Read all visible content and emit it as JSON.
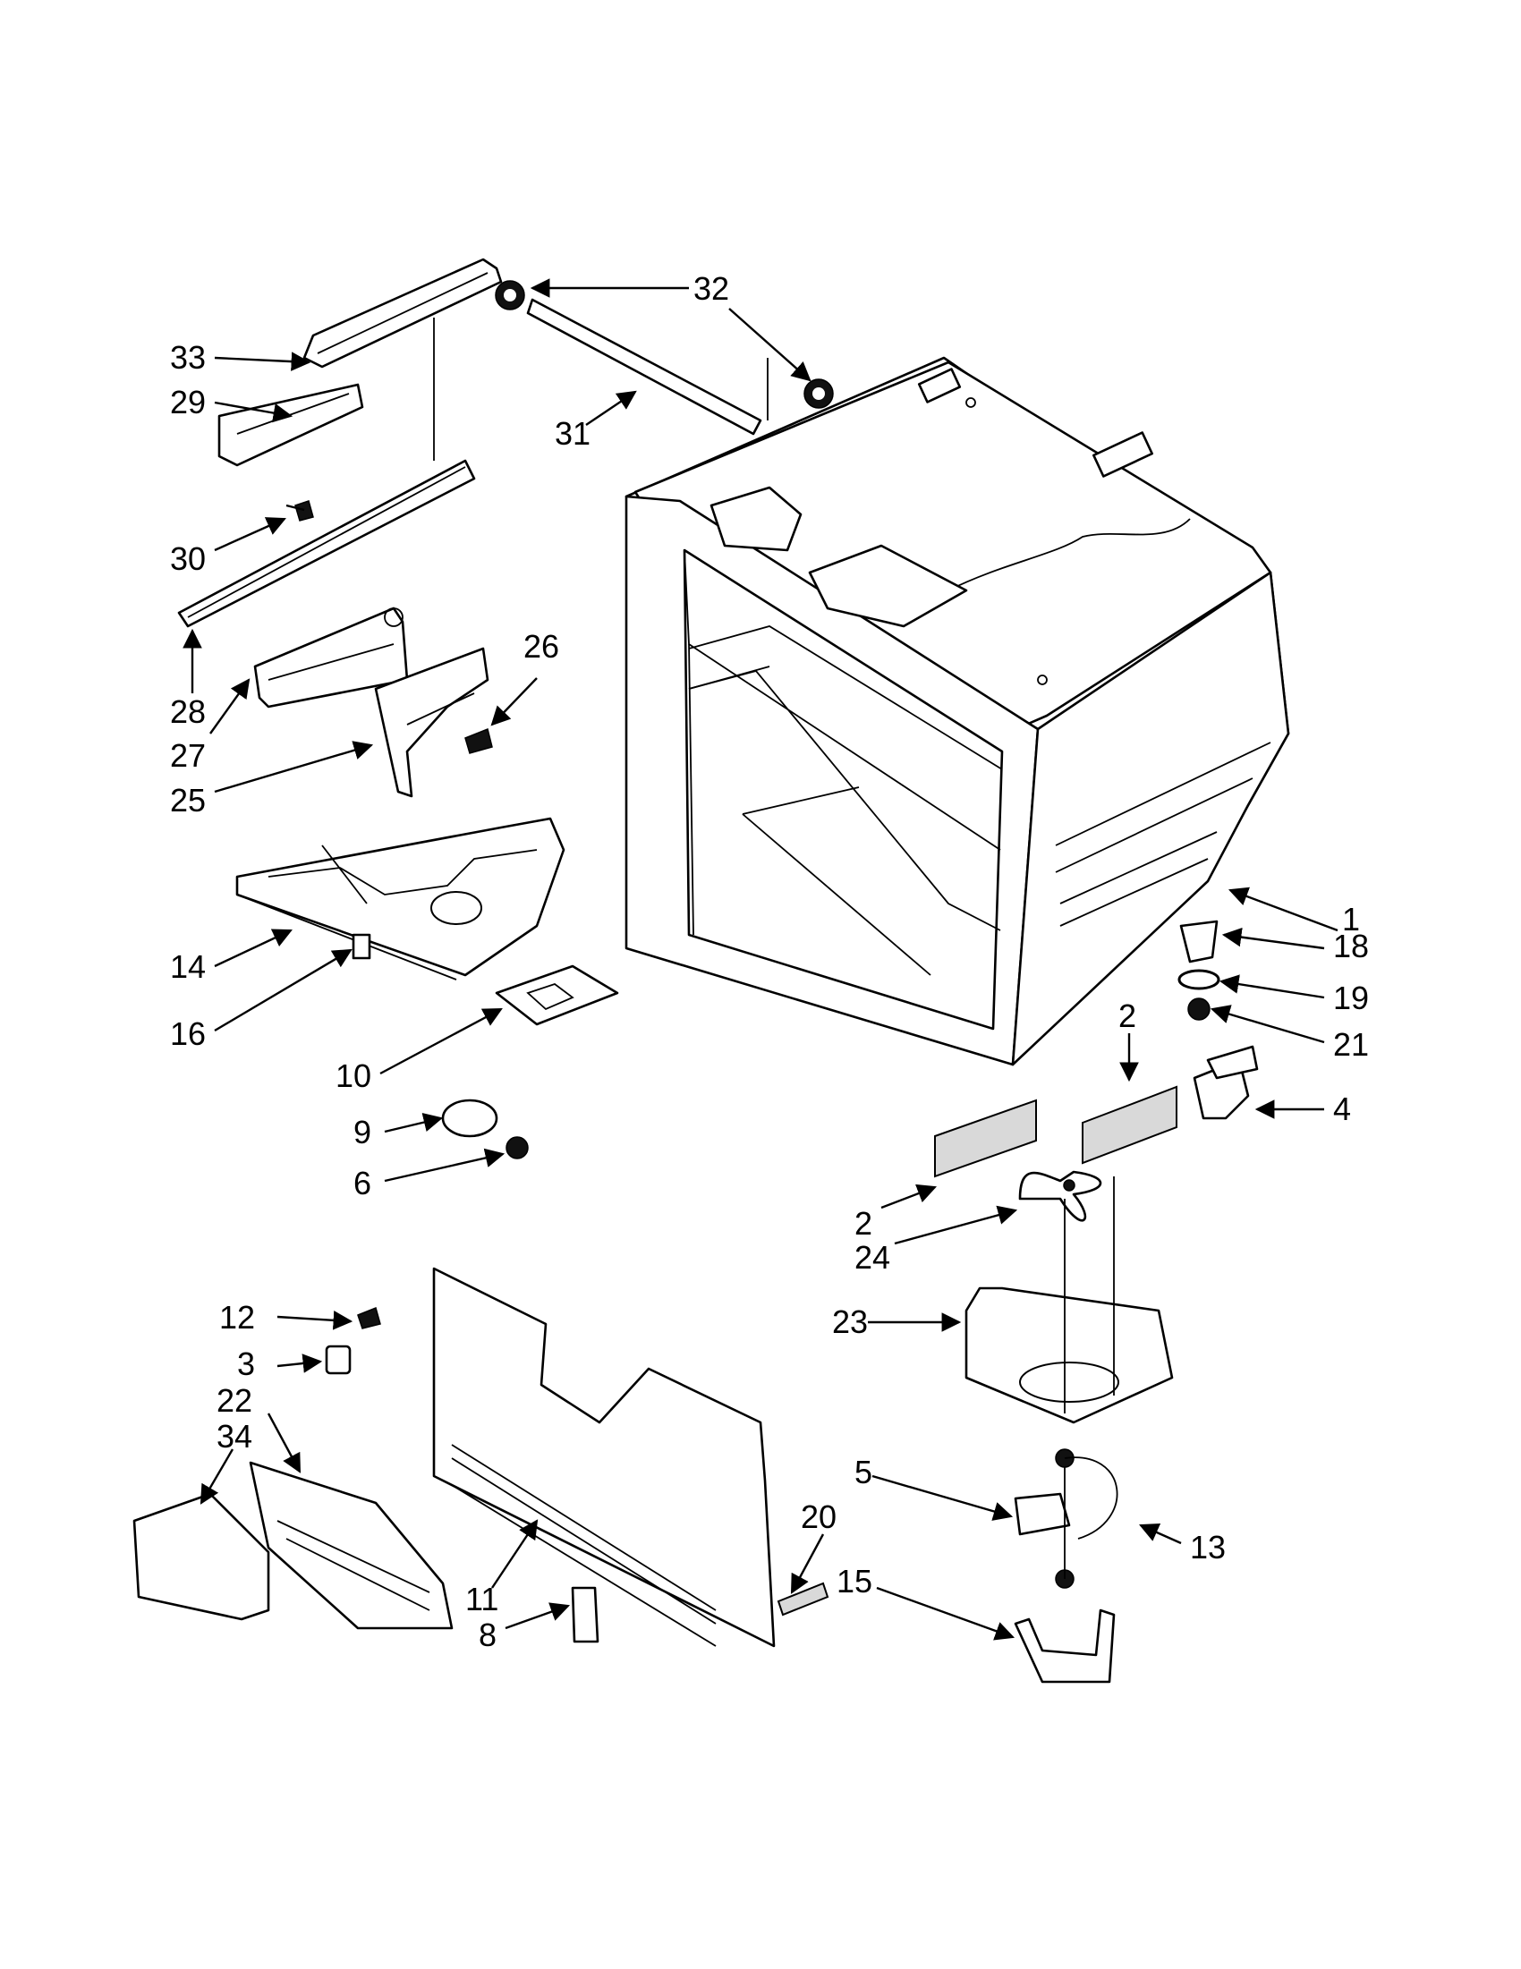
{
  "callouts": [
    {
      "id": "c1",
      "label": "1"
    },
    {
      "id": "c2a",
      "label": "2"
    },
    {
      "id": "c2b",
      "label": "2"
    },
    {
      "id": "c3",
      "label": "3"
    },
    {
      "id": "c4",
      "label": "4"
    },
    {
      "id": "c5",
      "label": "5"
    },
    {
      "id": "c6",
      "label": "6"
    },
    {
      "id": "c8",
      "label": "8"
    },
    {
      "id": "c9",
      "label": "9"
    },
    {
      "id": "c10",
      "label": "10"
    },
    {
      "id": "c11",
      "label": "11"
    },
    {
      "id": "c12",
      "label": "12"
    },
    {
      "id": "c13",
      "label": "13"
    },
    {
      "id": "c14",
      "label": "14"
    },
    {
      "id": "c15",
      "label": "15"
    },
    {
      "id": "c16",
      "label": "16"
    },
    {
      "id": "c18",
      "label": "18"
    },
    {
      "id": "c19",
      "label": "19"
    },
    {
      "id": "c20",
      "label": "20"
    },
    {
      "id": "c21",
      "label": "21"
    },
    {
      "id": "c22",
      "label": "22"
    },
    {
      "id": "c23",
      "label": "23"
    },
    {
      "id": "c24",
      "label": "24"
    },
    {
      "id": "c25",
      "label": "25"
    },
    {
      "id": "c26",
      "label": "26"
    },
    {
      "id": "c27",
      "label": "27"
    },
    {
      "id": "c28",
      "label": "28"
    },
    {
      "id": "c29",
      "label": "29"
    },
    {
      "id": "c30",
      "label": "30"
    },
    {
      "id": "c31",
      "label": "31"
    },
    {
      "id": "c32",
      "label": "32"
    },
    {
      "id": "c33",
      "label": "33"
    },
    {
      "id": "c34",
      "label": "34"
    }
  ]
}
